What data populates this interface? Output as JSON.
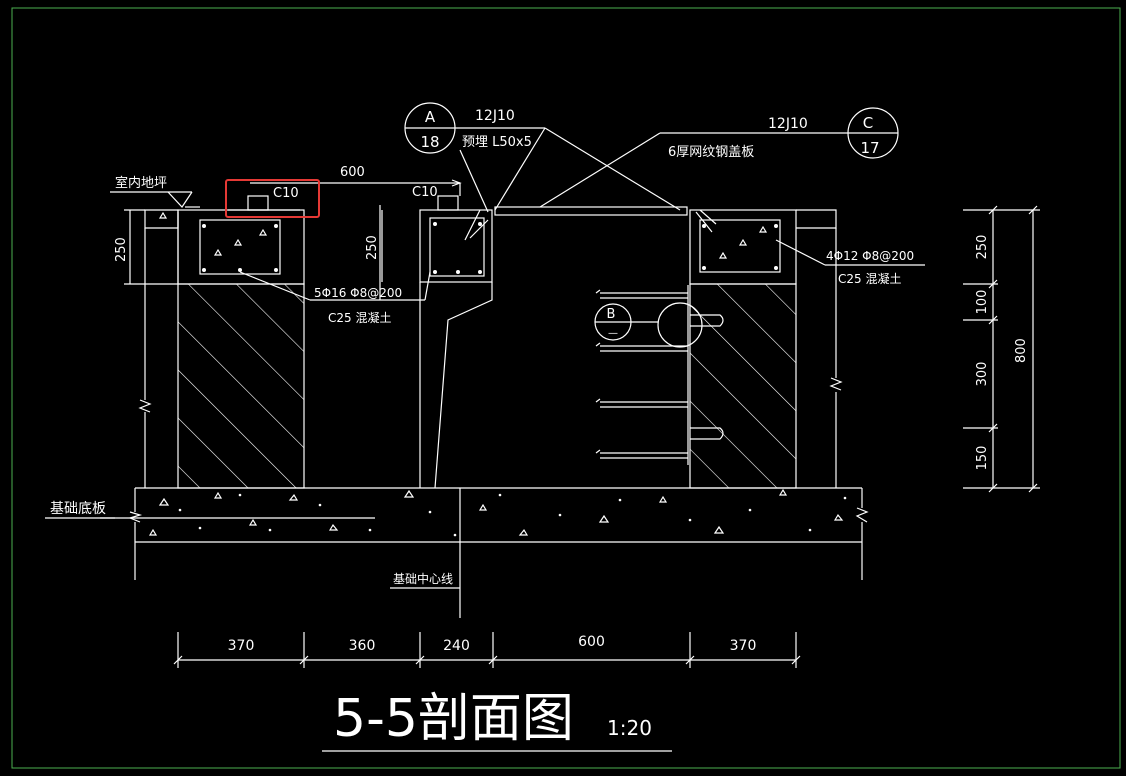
{
  "drawing": {
    "title": "5-5剖面图",
    "scale": "1:20",
    "colors": {
      "background": "#000000",
      "lines": "#ffffff",
      "frame": "#4caf50",
      "highlight": "#e53935"
    }
  },
  "labels": {
    "floor": "室内地坪",
    "base_plate": "基础底板",
    "base_centerline": "基础中心线",
    "top_dim": "600",
    "c10_left": "C10",
    "c10_right": "C10",
    "rebar_left": "5Φ16  Φ8@200",
    "concrete_left": "C25  混凝土",
    "rebar_right": "4Φ12  Φ8@200",
    "concrete_right": "C25  混凝土",
    "embed": "预埋  L50x5",
    "plate": "6厚网纹钢盖板",
    "ref_a_std": "12J10",
    "ref_c_std": "12J10",
    "left_250": "250",
    "mid_250": "250"
  },
  "callouts": {
    "a": {
      "top": "A",
      "bottom": "18"
    },
    "b": {
      "top": "B",
      "bottom": "—"
    },
    "c": {
      "top": "C",
      "bottom": "17"
    }
  },
  "dims_bottom": [
    "370",
    "360",
    "240",
    "600",
    "370"
  ],
  "dims_right": [
    "250",
    "100",
    "300",
    "150"
  ],
  "dim_total": "800"
}
